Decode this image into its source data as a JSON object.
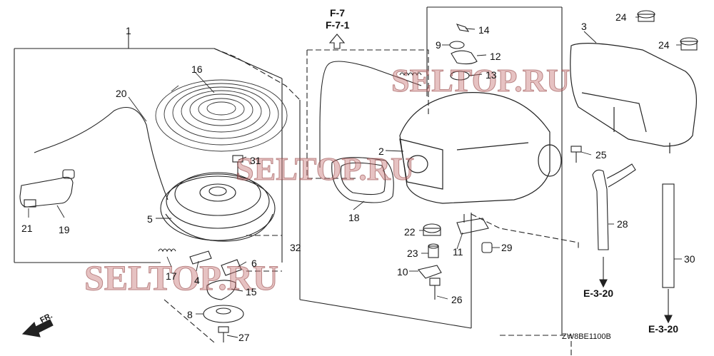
{
  "diagram": {
    "code": "ZW8BE1100B",
    "front_marker": "FR.",
    "references": {
      "top_primary": "F-7",
      "top_secondary": "F-7-1",
      "bottom_a": "E-3-20",
      "bottom_b": "E-3-20"
    },
    "watermarks": [
      "SELTOP.RU",
      "SELTOP.RU",
      "SELTOP.RU"
    ],
    "callouts": {
      "p1": "1",
      "p2": "2",
      "p3": "3",
      "p4": "4",
      "p5": "5",
      "p6": "6",
      "p8": "8",
      "p9": "9",
      "p10": "10",
      "p11": "11",
      "p12": "12",
      "p13": "13",
      "p14": "14",
      "p15": "15",
      "p16": "16",
      "p17": "17",
      "p18": "18",
      "p19": "19",
      "p20": "20",
      "p21": "21",
      "p22": "22",
      "p23": "23",
      "p24a": "24",
      "p24b": "24",
      "p25": "25",
      "p26": "26",
      "p27": "27",
      "p28": "28",
      "p29": "29",
      "p30": "30",
      "p31": "31",
      "p32": "32"
    }
  }
}
